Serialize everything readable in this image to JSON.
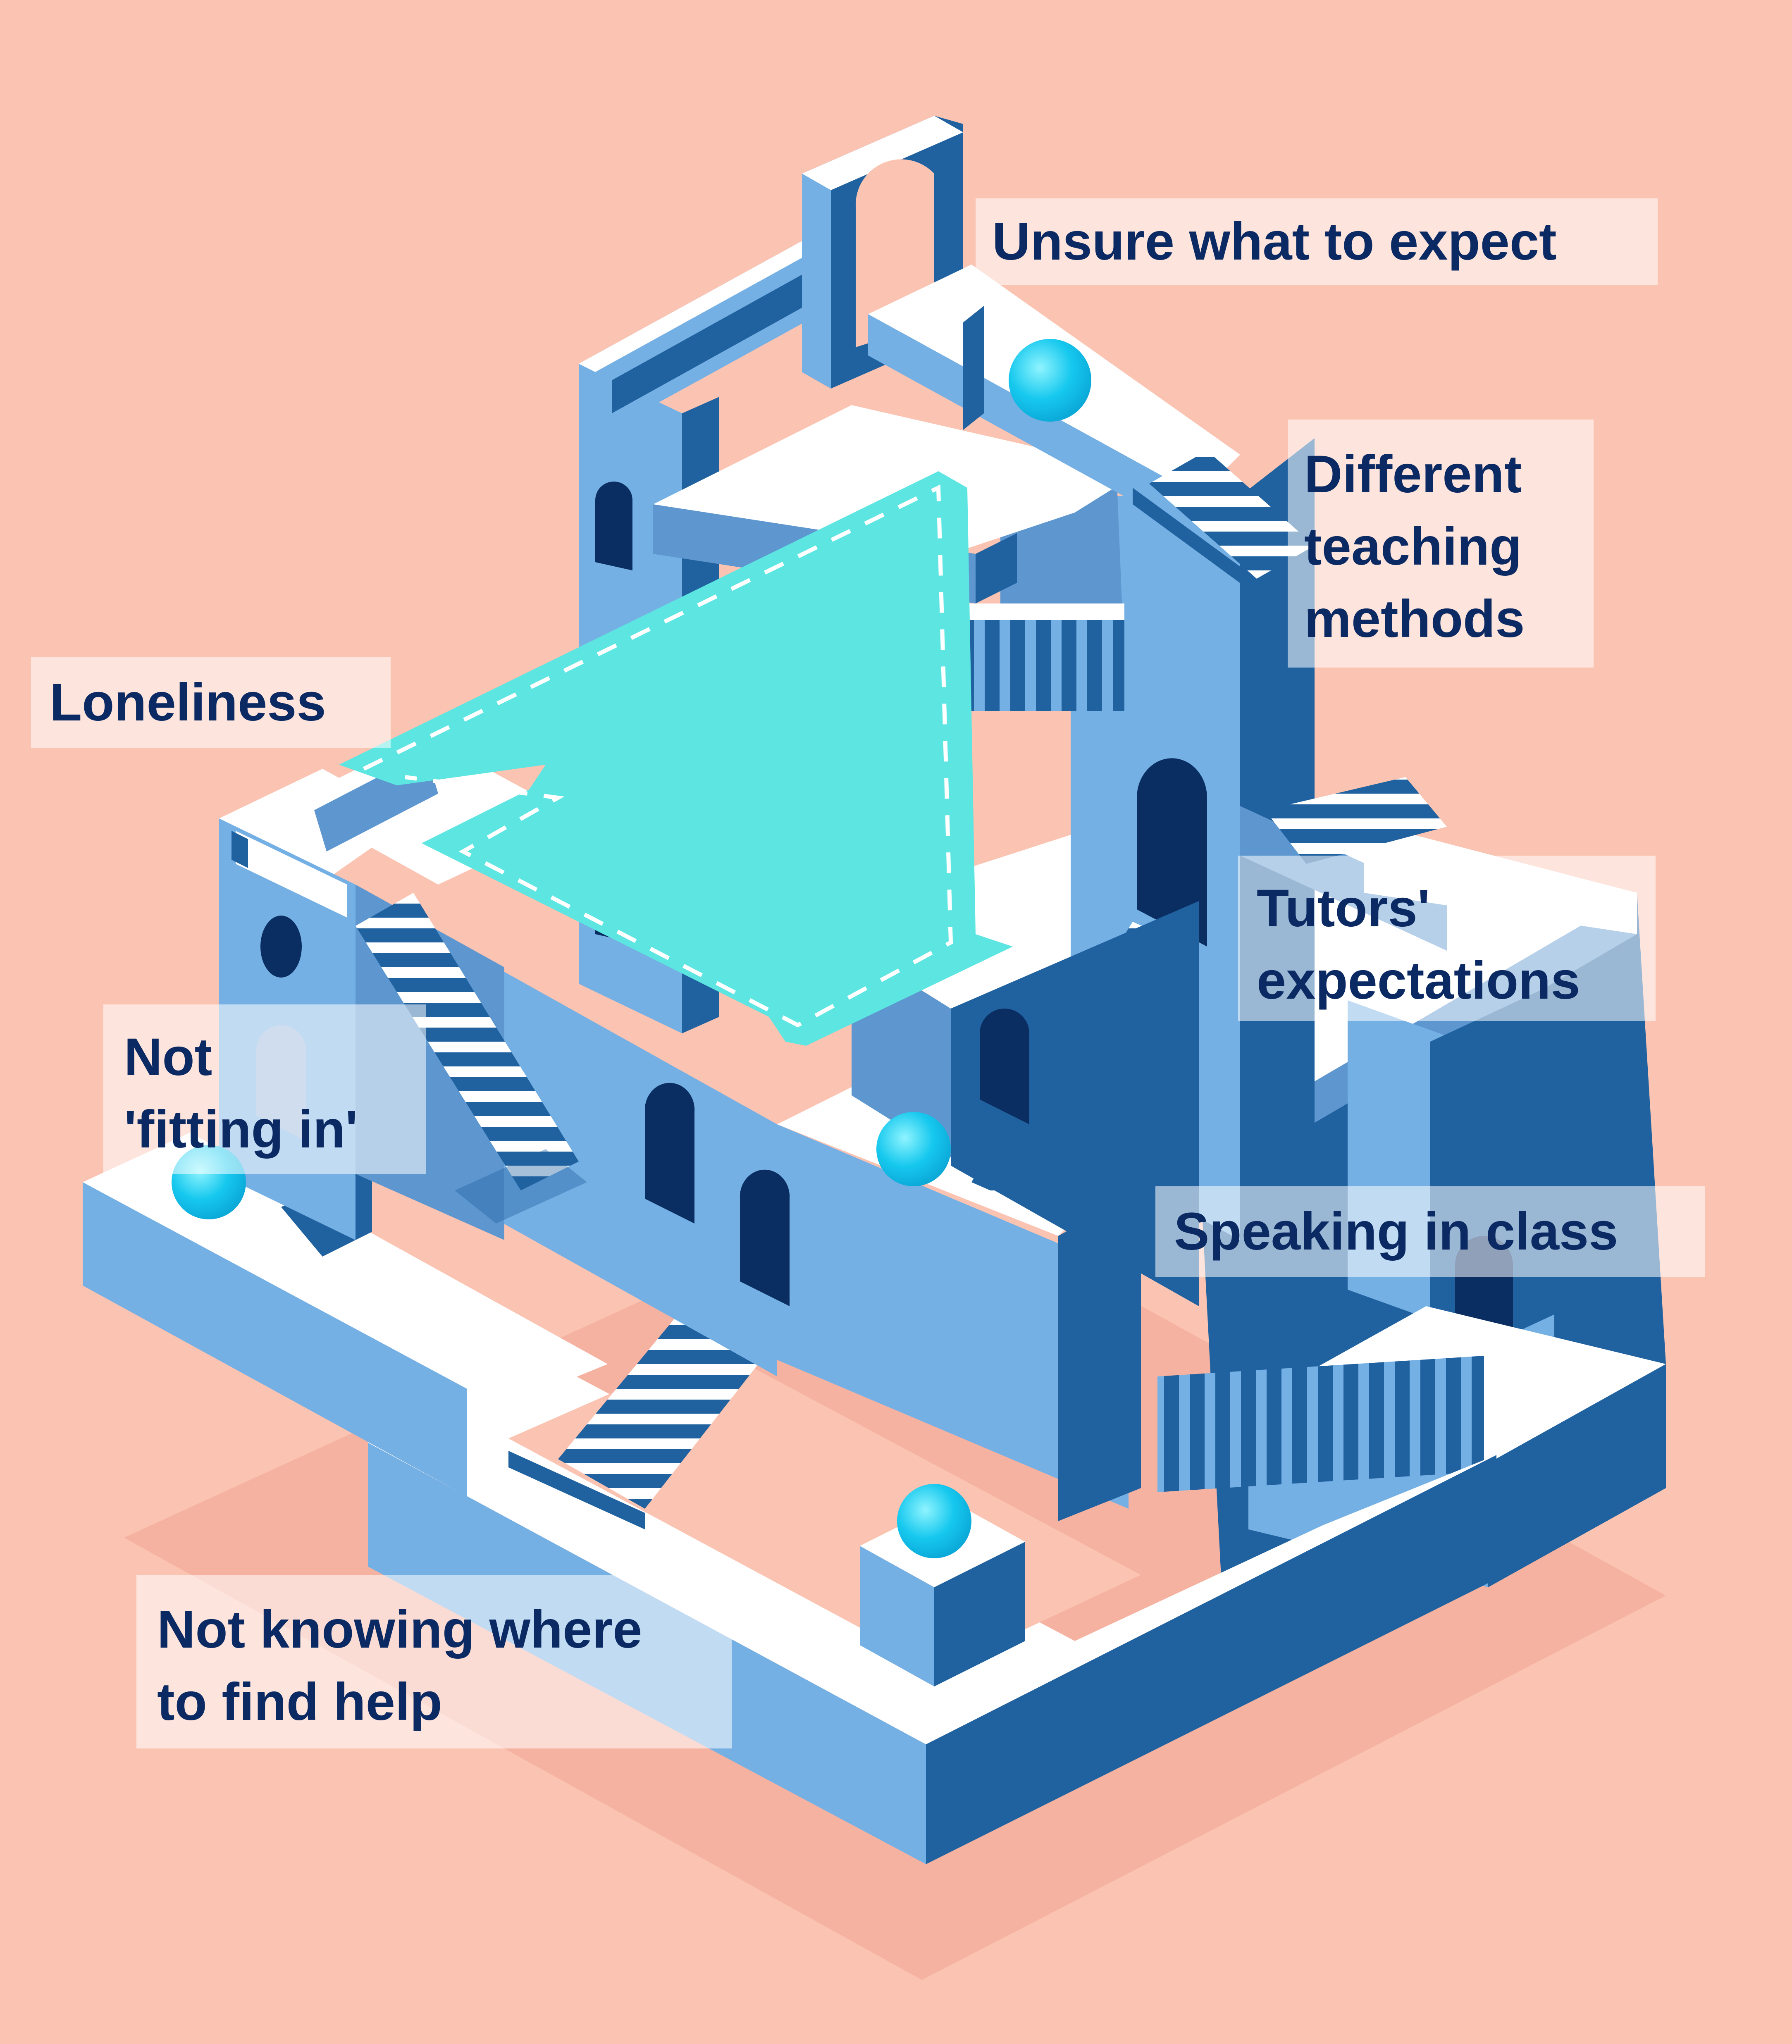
{
  "colors": {
    "background": "#fbc3b1",
    "shadow": "#f5b2a1",
    "top_face": "#ffffff",
    "light_face": "#75b0e4",
    "mid_face": "#5e97d0",
    "dark_face": "#2062a0",
    "door": "#0b2e62",
    "path": "#5ce5e1",
    "ball": "#16c8ee",
    "label_text": "#0b2a63"
  },
  "labels": {
    "unsure": [
      "Unsure what to expect"
    ],
    "teaching": [
      "Different",
      "teaching",
      "methods"
    ],
    "loneliness": [
      "Loneliness"
    ],
    "tutors": [
      "Tutors'",
      "expectations"
    ],
    "fitting": [
      "Not",
      "'fitting in'"
    ],
    "speaking": [
      "Speaking in class"
    ],
    "help": [
      "Not knowing where",
      "to find help"
    ]
  },
  "icons": [
    "ball-icon",
    "archway-icon",
    "staircase-icon",
    "door-icon"
  ]
}
